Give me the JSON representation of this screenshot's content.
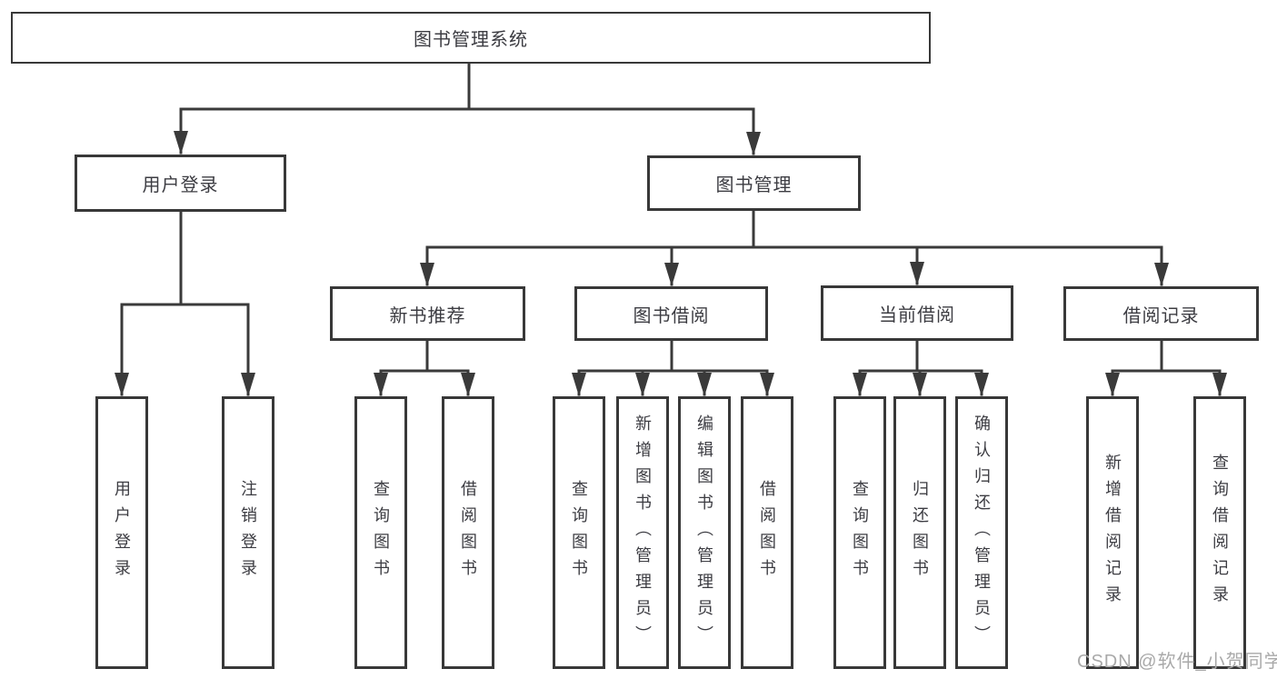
{
  "diagram": {
    "watermark": "CSDN @软件_小贺同学",
    "colors": {
      "line": "#3a3a3a",
      "border": "#383838",
      "text": "#3c3c42",
      "watermark": "#a9a9a9",
      "background": "#ffffff"
    },
    "tree": {
      "root": {
        "label": "图书管理系统"
      },
      "branches": [
        {
          "label": "用户登录",
          "leaves": [
            {
              "label": "用户登录"
            },
            {
              "label": "注销登录"
            }
          ]
        },
        {
          "label": "图书管理",
          "children": [
            {
              "label": "新书推荐",
              "leaves": [
                {
                  "label": "查询图书"
                },
                {
                  "label": "借阅图书"
                }
              ]
            },
            {
              "label": "图书借阅",
              "leaves": [
                {
                  "label": "查询图书"
                },
                {
                  "label": "新增图书（管理员）"
                },
                {
                  "label": "编辑图书（管理员）"
                },
                {
                  "label": "借阅图书"
                }
              ]
            },
            {
              "label": "当前借阅",
              "leaves": [
                {
                  "label": "查询图书"
                },
                {
                  "label": "归还图书"
                },
                {
                  "label": "确认归还（管理员）"
                }
              ]
            },
            {
              "label": "借阅记录",
              "leaves": [
                {
                  "label": "新增借阅记录"
                },
                {
                  "label": "查询借阅记录"
                }
              ]
            }
          ]
        }
      ]
    }
  }
}
